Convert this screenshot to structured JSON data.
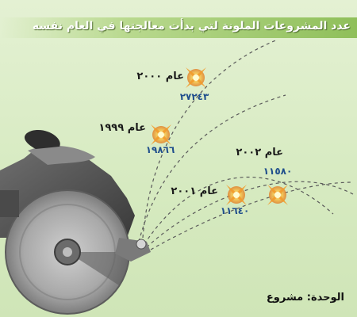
{
  "title": "عدد المشروعات الملونة لتي بدأت معالجتها في العام نفسه",
  "unit_label": "الوحدة: مشروع",
  "chart_data": {
    "type": "scatter",
    "title": "عدد المشروعات الملونة لتي بدأت معالجتها في العام نفسه",
    "unit": "الوحدة: مشروع",
    "points": [
      {
        "year": "عام ٢٠٠٠",
        "value": 27243,
        "value_label": "٢٧٢٤٣"
      },
      {
        "year": "عام ١٩٩٩",
        "value": 19866,
        "value_label": "١٩٨٦٦"
      },
      {
        "year": "عام ٢٠٠١",
        "value": 11640,
        "value_label": "١١٦٤٠"
      },
      {
        "year": "عام ٢٠٠٢",
        "value": 11580,
        "value_label": "١١٥٨٠"
      }
    ]
  },
  "colors": {
    "title_bar": "#8fbf5a",
    "value_text": "#1f4e8c",
    "spark": "#f5a623",
    "saw_body": "#8a8a8a"
  },
  "icons": {
    "saw": "circular-saw-icon",
    "spark": "spark-icon"
  }
}
